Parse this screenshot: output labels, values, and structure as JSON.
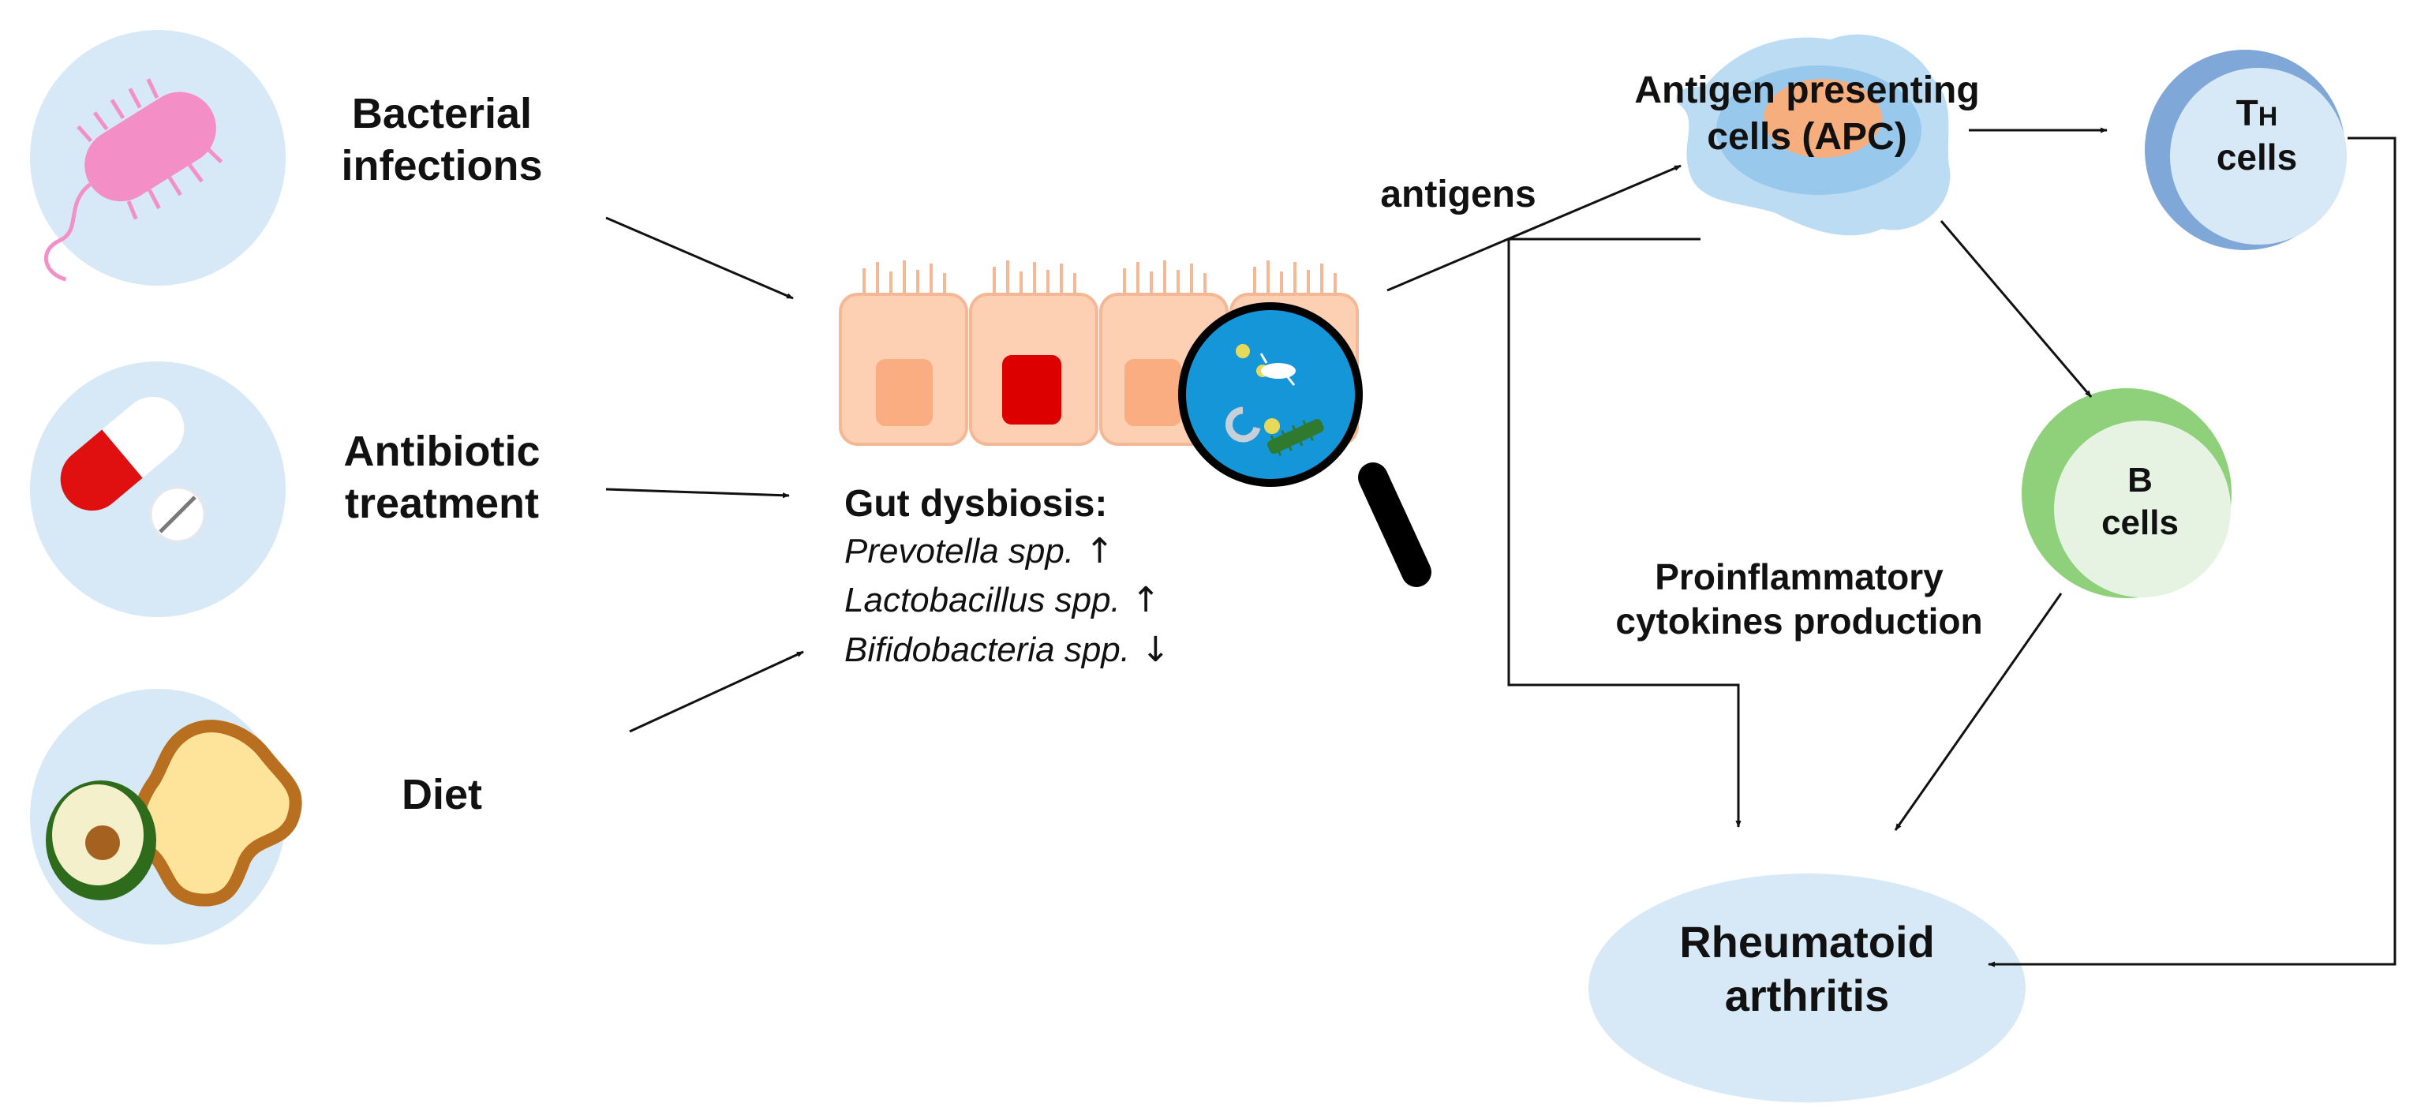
{
  "causes": {
    "bacterial": {
      "line1": "Bacterial",
      "line2": "infections"
    },
    "antibiotic": {
      "line1": "Antibiotic",
      "line2": "treatment"
    },
    "diet": {
      "label": "Diet"
    }
  },
  "gut": {
    "title": "Gut dysbiosis:",
    "rows": [
      {
        "name": "Prevotella spp.",
        "arrow": "↑"
      },
      {
        "name": "Lactobacillus spp.",
        "arrow": "↑"
      },
      {
        "name": "Bifidobacteria spp.",
        "arrow": "↓"
      }
    ]
  },
  "antigens": {
    "label": "antigens"
  },
  "apc": {
    "line1": "Antigen presenting",
    "line2": "cells (APC)"
  },
  "th": {
    "main": "T",
    "sub": "H",
    "line2": "cells"
  },
  "bcell": {
    "line1": "B",
    "line2": "cells"
  },
  "cytokines": {
    "line1": "Proinflammatory",
    "line2": "cytokines production"
  },
  "ra": {
    "line1": "Rheumatoid",
    "line2": "arthritis"
  },
  "colors": {
    "circle_bg": "#d7e9f6",
    "cell_fill": "#fdd0b4",
    "cell_stroke": "#f5b896",
    "nucleus": "#f9ad80",
    "nucleus_red": "#dd0000",
    "lens_fill": "#1596d8",
    "th_ring": "#7fa7d8",
    "b_ring": "#8fd07a",
    "b_inner": "#e6f3e2",
    "apc_outer": "#bcdcf3",
    "apc_inner": "#98c8ec",
    "apc_nucleus": "#f6ae7e",
    "ra_fill": "#d7e9f6",
    "arrow": "#111111"
  }
}
